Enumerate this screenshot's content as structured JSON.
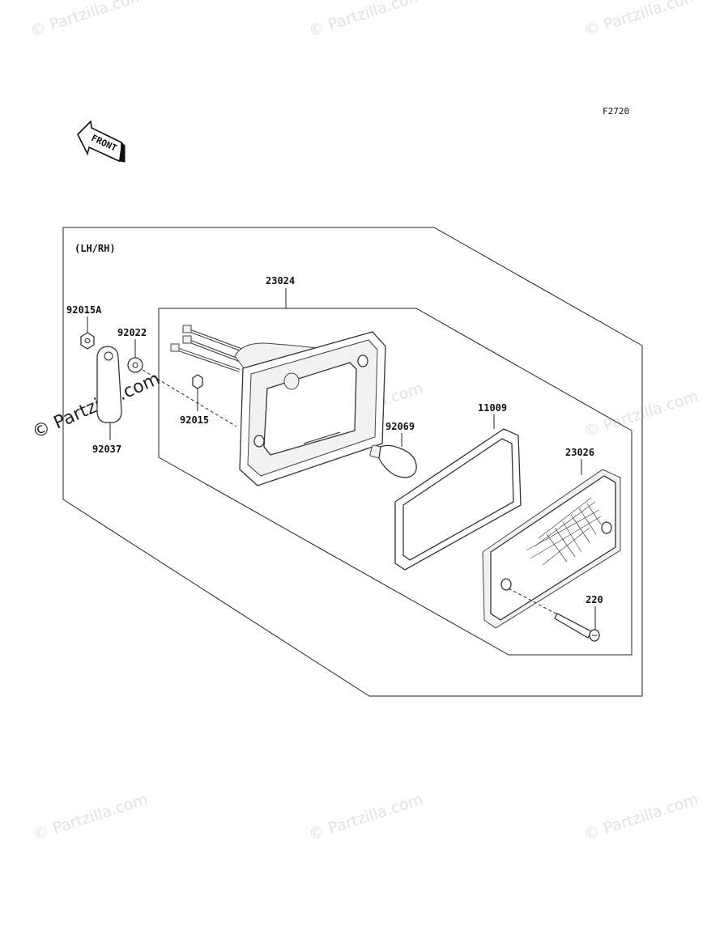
{
  "figure_code": "F2720",
  "front_label": "FRONT",
  "side_note": "(LH/RH)",
  "watermark_text": "© Partzilla.com",
  "parts": [
    {
      "id": "23024"
    },
    {
      "id": "92015A"
    },
    {
      "id": "92022"
    },
    {
      "id": "92037"
    },
    {
      "id": "92015"
    },
    {
      "id": "92069"
    },
    {
      "id": "11009"
    },
    {
      "id": "23026"
    },
    {
      "id": "220"
    }
  ]
}
